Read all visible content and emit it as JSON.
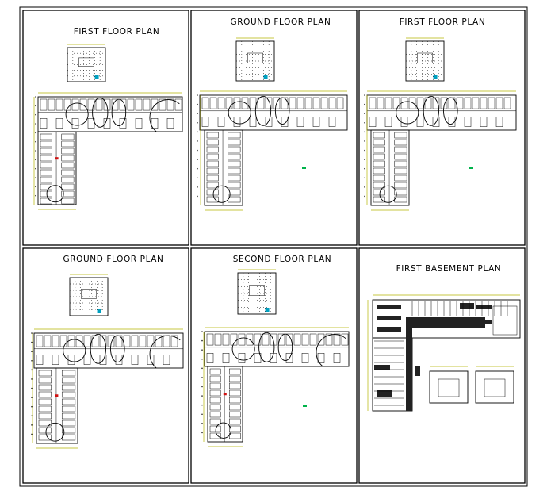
{
  "panels": [
    {
      "title": "FIRST  FLOOR  PLAN"
    },
    {
      "title": "GROUND  FLOOR  PLAN"
    },
    {
      "title": "FIRST  FLOOR  PLAN"
    },
    {
      "title": "GROUND  FLOOR  PLAN"
    },
    {
      "title": "SECOND  FLOOR  PLAN"
    },
    {
      "title": "FIRST  BASEMENT  PLAN"
    }
  ],
  "colors": {
    "line": "#000000",
    "dimension": "#b5b500",
    "marker_green": "#00b34a",
    "accent_red": "#d01010",
    "accent_cyan": "#00a0c0"
  }
}
